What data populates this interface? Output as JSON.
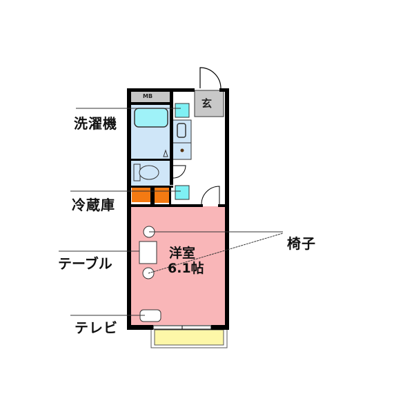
{
  "floorplan": {
    "labels": {
      "washing_machine": "洗濯機",
      "refrigerator": "冷蔵庫",
      "table": "テーブル",
      "tv": "テレビ",
      "chair": "椅子"
    },
    "rooms": {
      "entrance": "玄",
      "western_room_name": "洋室",
      "western_room_size": "6.1帖",
      "meter_box": "MB"
    },
    "colors": {
      "wall": "#000000",
      "western_room": "#f9b6b8",
      "wet_area": "#cfe6f8",
      "fixture": "#7ff0f4",
      "entrance": "#c8c8c8",
      "kitchen_orange": "#f47a12",
      "balcony": "#fdf7a8",
      "mb": "#c6c6c6"
    }
  }
}
